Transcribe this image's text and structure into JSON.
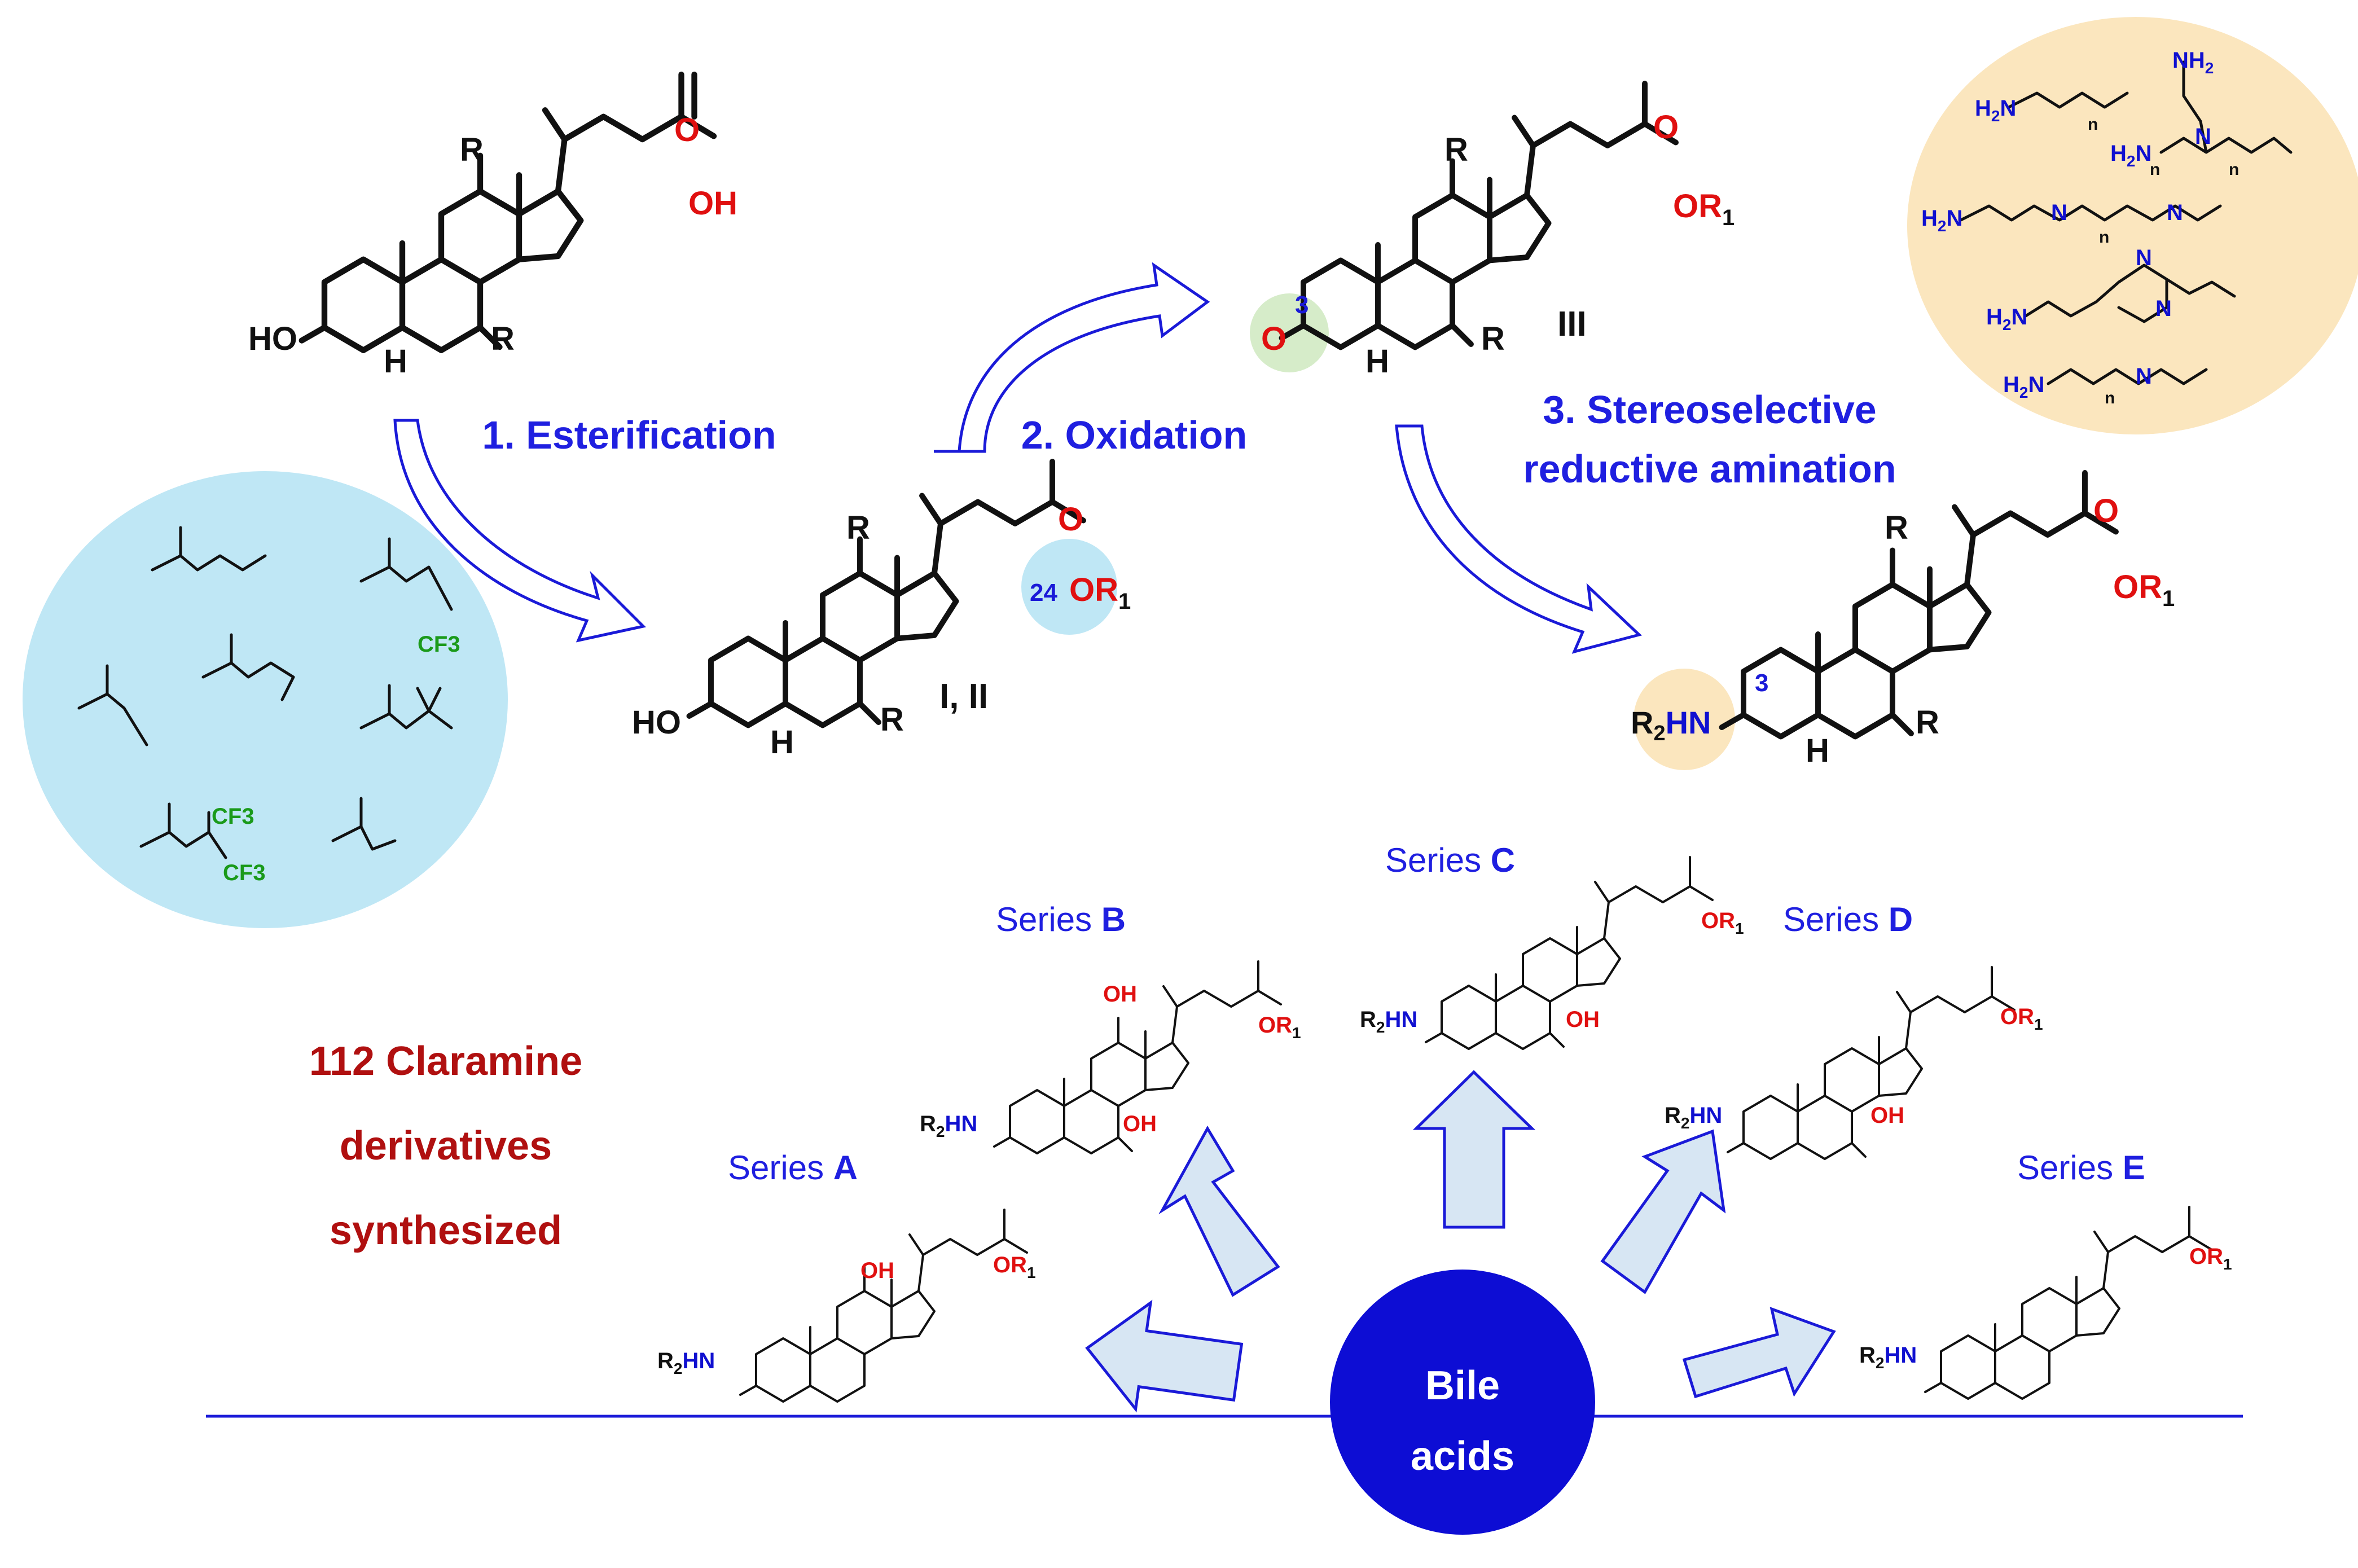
{
  "steps": {
    "esterification": "1. Esterification",
    "oxidation": "2. Oxidation",
    "amination_line1": "3. Stereoselective",
    "amination_line2": "reductive amination"
  },
  "compounds": {
    "intermediate_esters": "I, II",
    "ketone": "III"
  },
  "positions": {
    "c24": "24",
    "c3_ketone": "3",
    "c3_amine": "3"
  },
  "substituents": {
    "R": "R",
    "R1": "OR",
    "R1_sub": "1",
    "HO": "HO",
    "OH": "OH",
    "O": "O",
    "H": "H",
    "R2HN": "R",
    "R2HN_sub": "2",
    "R2HN_tail": "HN",
    "ketone_O": "O"
  },
  "summary": {
    "line1": "112 Claramine",
    "line2": "derivatives",
    "line3": "synthesized"
  },
  "core": {
    "line1": "Bile",
    "line2": "acids"
  },
  "series": [
    {
      "prefix": "Series ",
      "letter": "A"
    },
    {
      "prefix": "Series ",
      "letter": "B"
    },
    {
      "prefix": "Series ",
      "letter": "C"
    },
    {
      "prefix": "Series ",
      "letter": "D"
    },
    {
      "prefix": "Series ",
      "letter": "E"
    }
  ],
  "ester_groups_labels": [
    "CF3",
    "CF3",
    "CF3"
  ],
  "polyamine_labels": {
    "H2N": "H",
    "N": "N",
    "n": "n",
    "H": "H",
    "NH2": "NH"
  },
  "colors": {
    "blue_text": "#1f1fe0",
    "dark_red": "#b01010",
    "oxygen_red": "#e01010",
    "nitrogen_blue": "#1010d0",
    "fluorine_green": "#1a9a1a",
    "light_blue_circle": "#bfe7f5",
    "tan_circle": "#fbe6be",
    "green_circle": "#d6ecc9",
    "core_circle": "#0d0dd4",
    "arrow_fill": "#d7e6f3"
  }
}
